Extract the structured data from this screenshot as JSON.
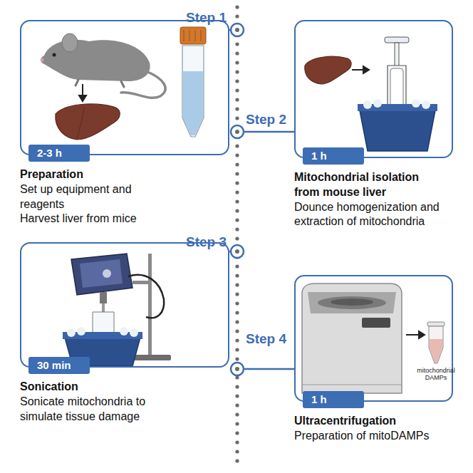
{
  "diagram": {
    "nodes": [
      {
        "text": [
          "2-3 h",
          "Preparation",
          "Set up equipment and reagents",
          "Harvest liver from mice"
        ]
      },
      {
        "text": [
          "1 h",
          "Mitochondrial isolation from mouse liver",
          "Dounce homogenization and extraction of mitochondria"
        ]
      },
      {
        "text": [
          "30 min",
          "Sonication",
          "Sonicate mitochondria to simulate tissue damage"
        ]
      },
      {
        "text": [
          "1 h",
          "Ultracentrifugation",
          "Preparation of mitoDAMPs"
        ]
      }
    ],
    "labels": [
      "Step 1",
      "Step 2",
      "Step 3",
      "Step 4",
      "mitochondrial DAMPs"
    ]
  }
}
